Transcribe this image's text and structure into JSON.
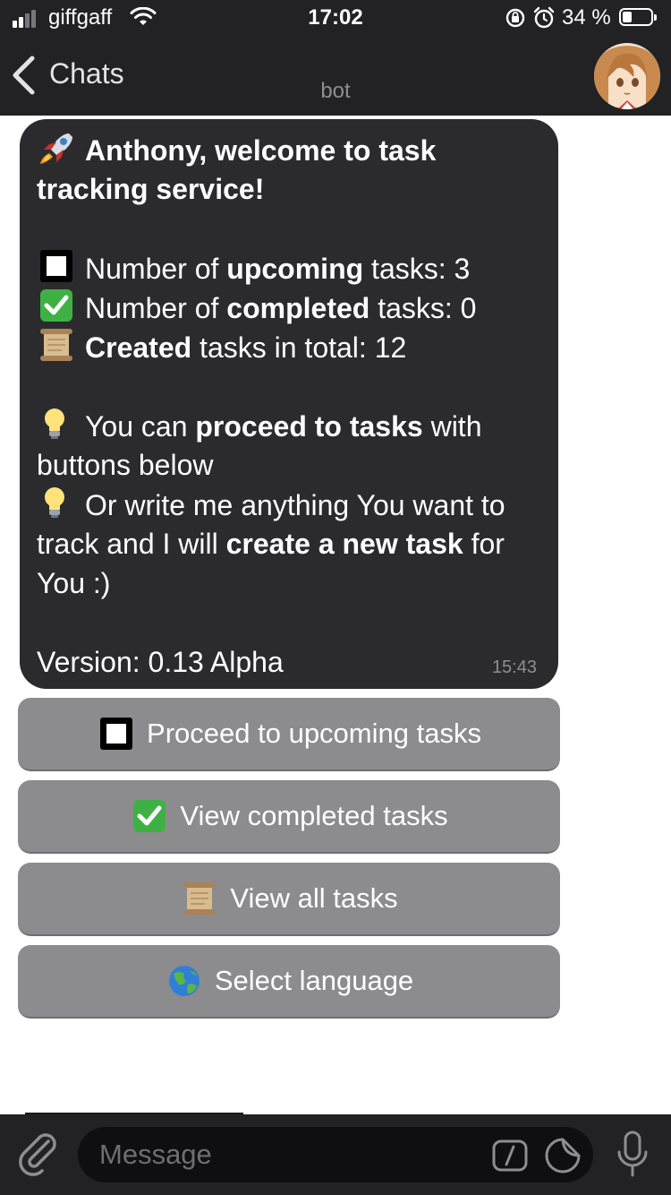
{
  "status_bar": {
    "carrier": "giffgaff",
    "time": "17:02",
    "battery_percent": "34 %",
    "battery_level": 0.34,
    "signal_bars": 2,
    "icons": [
      "signal-icon",
      "wifi-icon",
      "orientation-lock-icon",
      "alarm-icon",
      "battery-icon"
    ]
  },
  "nav": {
    "back_label": "Chats",
    "subtitle": "bot",
    "icons": [
      "chevron-left-icon",
      "avatar"
    ]
  },
  "message": {
    "title_emoji": "rocket-icon",
    "title_line1": "Anthony, welcome to task",
    "title_line2": "tracking service!",
    "upcoming_pre": "Number of ",
    "upcoming_bold": "upcoming",
    "upcoming_post": " tasks: 3",
    "completed_pre": "Number of ",
    "completed_bold": "completed",
    "completed_post": " tasks: 0",
    "created_bold": "Created",
    "created_post": " tasks in total: 12",
    "tip1_pre": "You can ",
    "tip1_bold": "proceed to tasks",
    "tip1_post": " with",
    "tip1_line2": "buttons below",
    "tip2_line1": "Or write me anything You want to",
    "tip2_pre": "track and I will ",
    "tip2_bold": "create a new task",
    "tip2_post": " for",
    "tip2_line3": "You :)",
    "version": "Version: 0.13 Alpha",
    "time": "15:43"
  },
  "keyboard": [
    {
      "icon": "white-square-icon",
      "label": "Proceed to upcoming tasks"
    },
    {
      "icon": "check-mark-icon",
      "label": "View completed tasks"
    },
    {
      "icon": "scroll-icon",
      "label": "View all tasks"
    },
    {
      "icon": "globe-icon",
      "label": "Select language"
    }
  ],
  "input": {
    "placeholder": "Message",
    "icons": [
      "paperclip-icon",
      "bot-command-icon",
      "sticker-icon",
      "microphone-icon"
    ]
  },
  "colors": {
    "bar_bg": "#222224",
    "bubble_bg": "#2b2b2d",
    "keyboard_button_bg": "#8c8c8e",
    "chat_bg": "#ffffff",
    "check_green": "#3fb144"
  }
}
